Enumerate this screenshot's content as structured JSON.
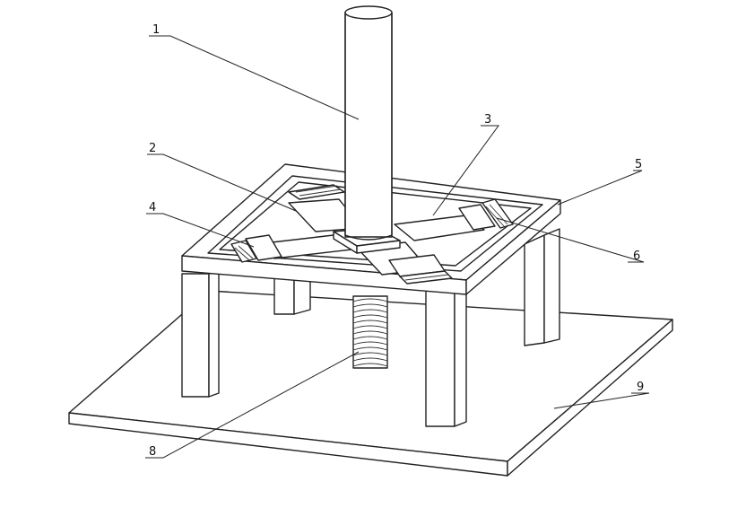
{
  "labels": {
    "l1": "1",
    "l2": "2",
    "l3": "3",
    "l4": "4",
    "l5": "5",
    "l6": "6",
    "l8": "8",
    "l9": "9"
  }
}
